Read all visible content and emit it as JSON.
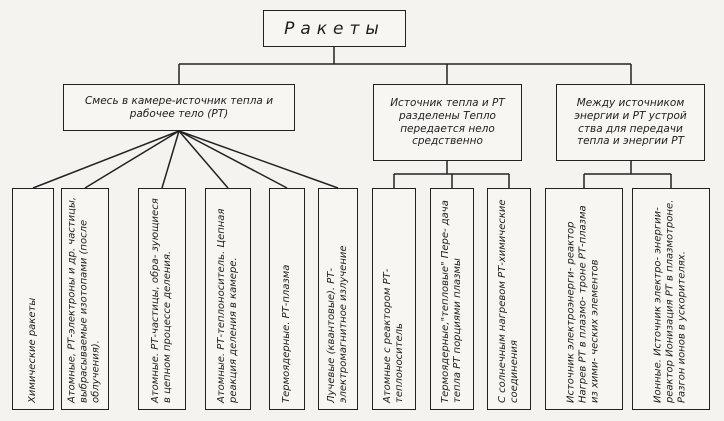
{
  "root": {
    "label": "Ракеты"
  },
  "categories": [
    {
      "label": "Смесь в камере-источник тепла и рабочее тело (РТ)"
    },
    {
      "label": "Источник тепла и РТ разделены Тепло передается нело средственно"
    },
    {
      "label": "Между источником энергии и РТ устрой ства для передачи тепла и энергии РТ"
    }
  ],
  "leaves": [
    {
      "label": "Химические ракеты"
    },
    {
      "label": "Атомные, РТ-электроны и др. частицы, выбрасываемые изотопами (после облучения)."
    },
    {
      "label": "Атомные. РТ-частицы, обра- зующиеся в цепном процессе деления."
    },
    {
      "label": "Атомные. РТ-теплоноситель. Цепная реакция деления в камере."
    },
    {
      "label": "Термоядерные. РТ-плазма"
    },
    {
      "label": "Лучевые (квантовые). РТ-электромагнитное излучение"
    },
    {
      "label": "Атомные с реактором РТ-теплоноситель"
    },
    {
      "label": "Термоядерные,\"тепловые\" Пере- дача тепла РТ порциями плазмы"
    },
    {
      "label": "С солнечным нагревом РТ-химические соединения"
    },
    {
      "label": "Источник электроэнерги- реактор Нагрев РТ в плазмо- троне РТ-плазма из хими- ческих элементов"
    },
    {
      "label": "Ионные. Источник электро- энергии-реактор Ионизация РТ в плазмотроне. Разгон ионов в ускорителях."
    }
  ]
}
